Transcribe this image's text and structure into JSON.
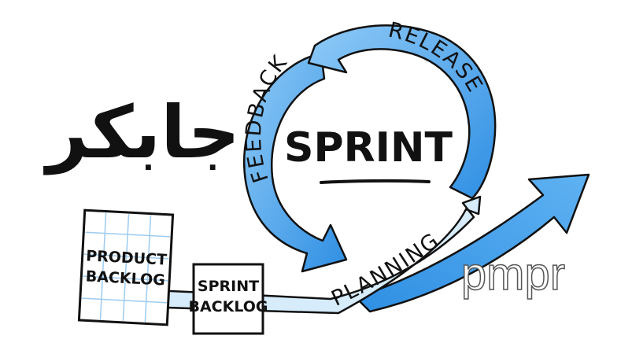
{
  "diagram": {
    "center_label": "SPRINT",
    "cycle_labels": {
      "feedback": "FEEDBACK",
      "release": "RELEASE",
      "planning": "PLANNING"
    },
    "cards": {
      "product_backlog": {
        "line1": "PRODUCT",
        "line2": "BACKLOG"
      },
      "sprint_backlog": {
        "line1": "SPRINT",
        "line2": "BACKLOG"
      }
    }
  },
  "branding": {
    "logo_text": "جابکر",
    "watermark": "pmpr"
  },
  "colors": {
    "arrow_blue": "#3d9be9",
    "arrow_blue_light": "#8fcaf7",
    "arrow_pale": "#d6ecfb",
    "outline": "#111111",
    "grid": "#9ccbf0"
  }
}
